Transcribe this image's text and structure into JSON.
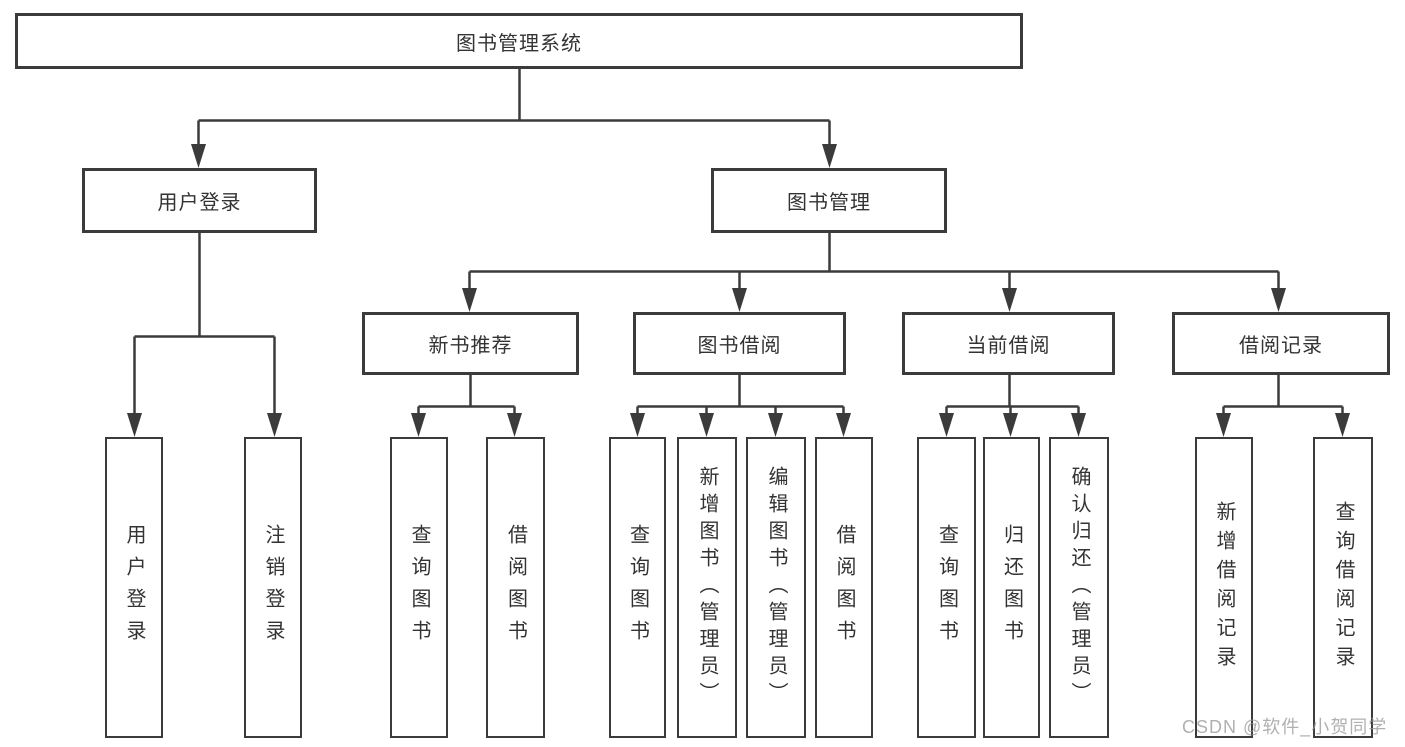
{
  "diagram_type": "hierarchy-tree",
  "colors": {
    "line": "#3b3b3b",
    "border": "#3b3b3b",
    "text": "#333333",
    "background": "#ffffff",
    "watermark": "#969696"
  },
  "watermark": "CSDN @软件_小贺同学",
  "tree": {
    "label": "图书管理系统",
    "children": [
      {
        "label": "用户登录",
        "children": [
          {
            "label": "用户登录"
          },
          {
            "label": "注销登录"
          }
        ]
      },
      {
        "label": "图书管理",
        "children": [
          {
            "label": "新书推荐",
            "children": [
              {
                "label": "查询图书"
              },
              {
                "label": "借阅图书"
              }
            ]
          },
          {
            "label": "图书借阅",
            "children": [
              {
                "label": "查询图书"
              },
              {
                "label": "新增图书（管理员）"
              },
              {
                "label": "编辑图书（管理员）"
              },
              {
                "label": "借阅图书"
              }
            ]
          },
          {
            "label": "当前借阅",
            "children": [
              {
                "label": "查询图书"
              },
              {
                "label": "归还图书"
              },
              {
                "label": "确认归还（管理员）"
              }
            ]
          },
          {
            "label": "借阅记录",
            "children": [
              {
                "label": "新增借阅记录"
              },
              {
                "label": "查询借阅记录"
              }
            ]
          }
        ]
      }
    ]
  }
}
